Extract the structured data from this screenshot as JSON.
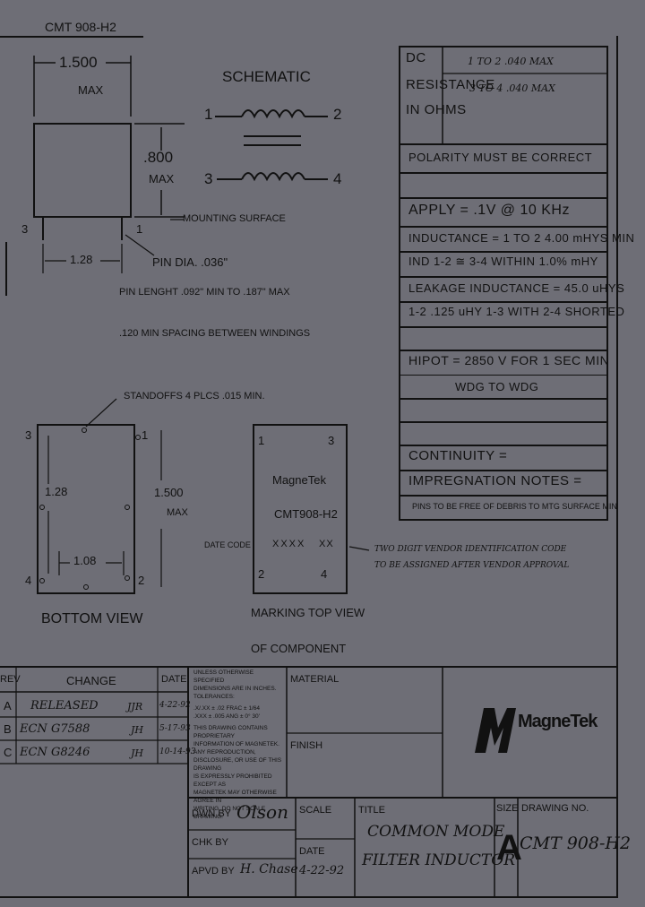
{
  "header_fragment": "CMT 908-H2",
  "dimensions": {
    "width": "1.500",
    "width_max": "MAX",
    "height": ".800",
    "height_max": "MAX",
    "pin_spacing": "1.28",
    "mounting_surface": "MOUNTING SURFACE",
    "pin_dia": "PIN DIA. .036\"",
    "pin_length": "PIN LENGHT .092\" MIN TO .187\" MAX",
    "spacing_windings": ".120 MIN SPACING BETWEEN WINDINGS",
    "pin_3": "3",
    "pin_1": "1"
  },
  "schematic": {
    "title": "SCHEMATIC",
    "pin1": "1",
    "pin2": "2",
    "pin3": "3",
    "pin4": "4"
  },
  "specs": [
    {
      "label": "DC RESISTANCE IN OHMS",
      "line1": "DC",
      "line2": "RESISTANCE",
      "line3": "IN OHMS",
      "v1": "1 TO 2 .040 MAX",
      "v2": "3 TO 4 .040 MAX"
    },
    {
      "text": "POLARITY MUST BE CORRECT"
    },
    {
      "text": "APPLY = .1V @ 10 KHz"
    },
    {
      "text": "INDUCTANCE = 1 TO 2 4.00 mHYS MIN"
    },
    {
      "text": "IND 1-2 ≅ 3-4 WITHIN 1.0% mHY"
    },
    {
      "text": "LEAKAGE INDUCTANCE = 45.0 uHYS"
    },
    {
      "text": "1-2 .125 uHY 1-3 WITH 2-4 SHORTED"
    },
    {
      "text": "HIPOT = 2850 V FOR 1 SEC MIN"
    },
    {
      "text": "WDG TO WDG"
    },
    {
      "text": "CONTINUITY ="
    },
    {
      "text": "IMPREGNATION NOTES ="
    },
    {
      "text": "PINS TO BE FREE OF DEBRIS TO MTG SURFACE MIN"
    }
  ],
  "bottom_view": {
    "label": "BOTTOM VIEW",
    "standoffs": "STANDOFFS 4 PLCS .015 MIN.",
    "dim_128": "1.28",
    "dim_1500": "1.500",
    "dim_max": "MAX",
    "dim_108": "1.08",
    "p3": "3",
    "p1": "1",
    "p4": "4",
    "p2": "2"
  },
  "top_view": {
    "label1": "MARKING TOP VIEW",
    "label2": "OF COMPONENT",
    "brand": "MagneTek",
    "part": "CMT908-H2",
    "date_code_label": "DATE CODE",
    "date_code": "XXXX",
    "vendor": "XX",
    "vendor_note1": "TWO DIGIT VENDOR IDENTIFICATION CODE",
    "vendor_note2": "TO BE ASSIGNED AFTER VENDOR APPROVAL",
    "p1": "1",
    "p3": "3",
    "p2": "2",
    "p4": "4"
  },
  "revisions": {
    "col_rev": "REV",
    "col_change": "CHANGE",
    "col_date": "DATE",
    "rows": [
      {
        "rev": "A",
        "change": "RELEASED",
        "init": "JJR",
        "date": "4-22-92"
      },
      {
        "rev": "B",
        "change": "ECN G7588",
        "init": "JH",
        "date": "5-17-93"
      },
      {
        "rev": "C",
        "change": "ECN G8246",
        "init": "JH",
        "date": "10-14-93"
      }
    ]
  },
  "tolerances": {
    "l1": "UNLESS OTHERWISE SPECIFIED",
    "l2": "DIMENSIONS ARE IN INCHES.",
    "l3": "TOLERANCES:",
    "l4": ".X/.XX ± .02   FRAC ± 1/64",
    "l5": ".XXX ± .005    ANG ± 0° 30'",
    "l6": "THIS DRAWING CONTAINS PROPRIETARY",
    "l7": "INFORMATION OF MAGNETEK. ANY REPRODUCTION,",
    "l8": "DISCLOSURE, OR USE OF THIS DRAWING",
    "l9": "IS EXPRESSLY PROHIBITED EXCEPT AS",
    "l10": "MAGNETEK MAY OTHERWISE AGREE IN",
    "l11": "WRITING. DO NOT SCALE DRAWING."
  },
  "title_block": {
    "material": "MATERIAL",
    "finish": "FINISH",
    "logo": "MagneTek",
    "dwn_by": "DWN BY",
    "dwn_sig": "Olson",
    "chk_by": "CHK BY",
    "apvd_by": "APVD BY",
    "apvd_sig": "H. Chase",
    "scale": "SCALE",
    "date_label": "DATE",
    "date": "4-22-92",
    "title_label": "TITLE",
    "title1": "COMMON MODE",
    "title2": "FILTER INDUCTOR",
    "size_label": "SIZE",
    "size": "A",
    "dwg_no_label": "DRAWING NO.",
    "dwg_no": "CMT 908-H2"
  }
}
